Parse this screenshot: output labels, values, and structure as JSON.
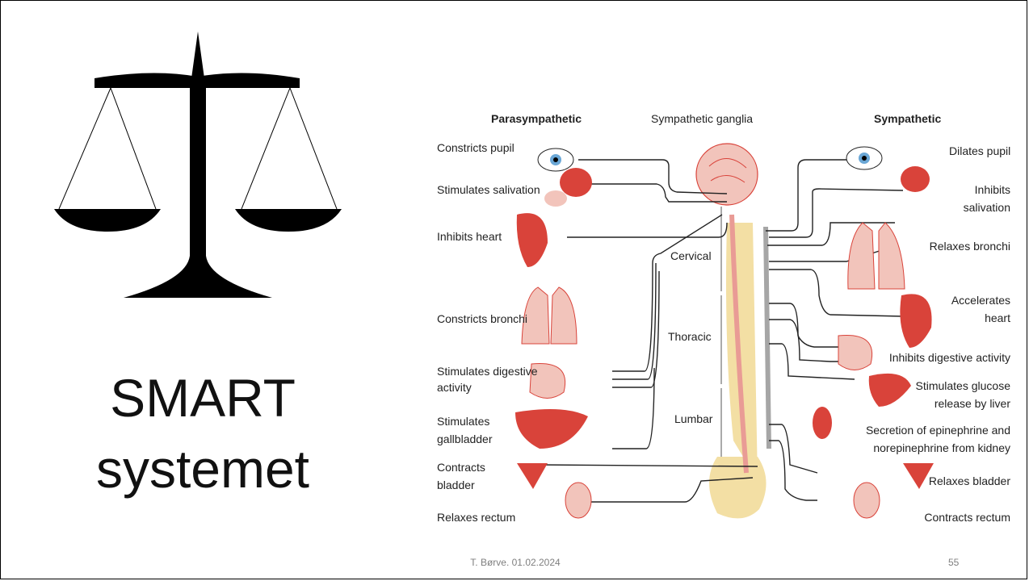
{
  "slide": {
    "title_line1": "SMART",
    "title_line2": "systemet",
    "footer_author": "T. Børve. 01.02.2024",
    "page_number": "55"
  },
  "icons": {
    "left_image": "balance-scale-icon"
  },
  "diagram": {
    "headers": {
      "parasympathetic": "Parasympathetic",
      "sympathetic_ganglia": "Sympathetic ganglia",
      "sympathetic": "Sympathetic"
    },
    "spine_regions": [
      "Cervical",
      "Thoracic",
      "Lumbar"
    ],
    "parasympathetic_effects": [
      "Constricts pupil",
      "Stimulates salivation",
      "Inhibits heart",
      "Constricts bronchi",
      "Stimulates digestive",
      "activity",
      "Stimulates",
      "gallbladder",
      "Contracts",
      "bladder",
      "Relaxes rectum"
    ],
    "sympathetic_effects": [
      "Dilates pupil",
      "Inhibits",
      "salivation",
      "Relaxes bronchi",
      "Accelerates",
      "heart",
      "Inhibits digestive activity",
      "Stimulates glucose",
      "release by liver",
      "Secretion of epinephrine and",
      "norepinephrine from kidney",
      "Relaxes bladder",
      "Contracts rectum"
    ],
    "colors": {
      "organ_red": "#d9433a",
      "organ_pink": "#f2c4bb",
      "spine_yellow": "#f3dfa4",
      "cord_pink": "#e99b95",
      "ganglia_gray": "#a6a6a6",
      "line": "#222222"
    }
  }
}
